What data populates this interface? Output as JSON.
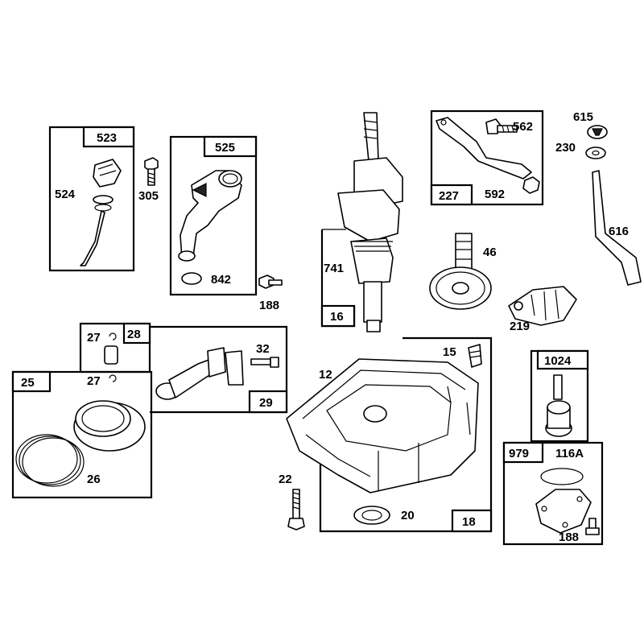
{
  "diagram": {
    "labels": {
      "p523": "523",
      "p524": "524",
      "p305": "305",
      "p525": "525",
      "p842": "842",
      "p188a": "188",
      "p741": "741",
      "p16": "16",
      "p562": "562",
      "p592": "592",
      "p227": "227",
      "p615": "615",
      "p230": "230",
      "p616": "616",
      "p46": "46",
      "p219": "219",
      "p27a": "27",
      "p28": "28",
      "p32": "32",
      "p29": "29",
      "p25": "25",
      "p27b": "27",
      "p26": "26",
      "p12": "12",
      "p15": "15",
      "p22": "22",
      "p20": "20",
      "p18": "18",
      "p1024": "1024",
      "p979": "979",
      "p116A": "116A",
      "p188b": "188"
    }
  }
}
